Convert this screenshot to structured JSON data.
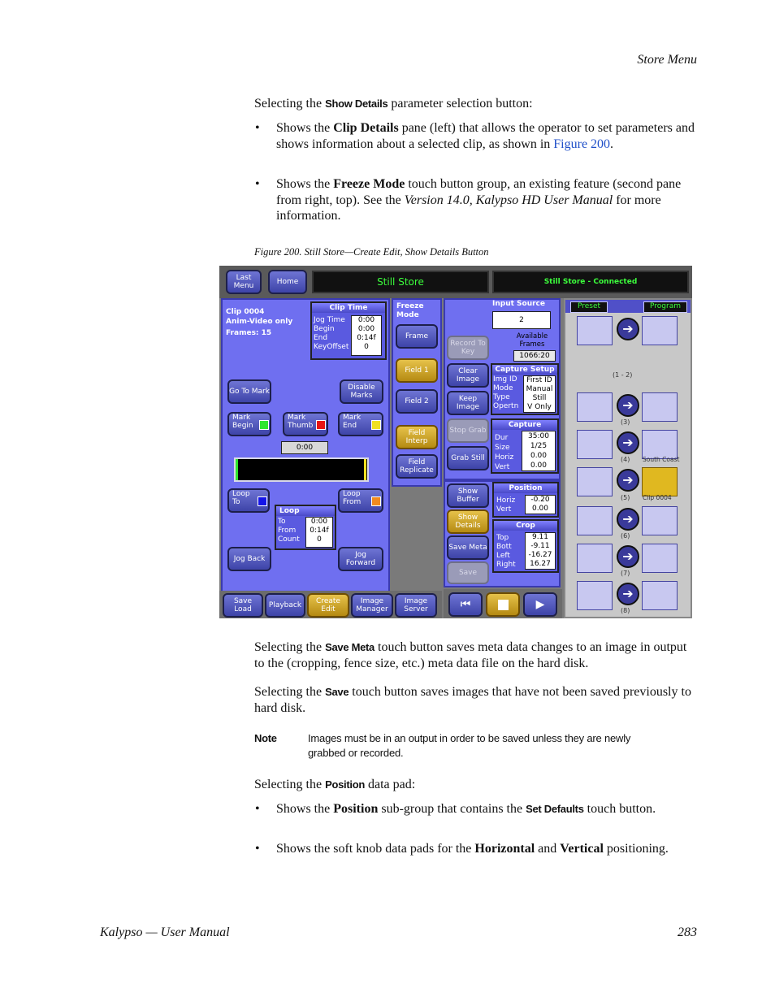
{
  "header": {
    "section": "Store Menu"
  },
  "intro": {
    "pre": "Selecting the ",
    "button": "Show Details",
    "post": " parameter selection button:"
  },
  "bullets1": [
    {
      "pre": "Shows the ",
      "bold": "Clip Details",
      "mid": " pane (left) that allows the operator to set parameters and shows information about a selected clip, as shown in ",
      "link": "Figure 200",
      "post": "."
    },
    {
      "pre": "Shows the ",
      "bold": "Freeze Mode",
      "mid": " touch button group, an existing feature (second pane from right, top). See the ",
      "ital": "Version 14.0, Kalypso HD User Manual",
      "post": " for more information."
    }
  ],
  "figure": {
    "caption": "Figure 200.  Still Store—Create Edit, Show Details Button"
  },
  "ui": {
    "top": {
      "last_menu": "Last Menu",
      "home": "Home",
      "title": "Still Store",
      "status": "Still Store - Connected"
    },
    "clip": {
      "name": "Clip 0004",
      "type": "Anim-Video only",
      "frames": "Frames: 15"
    },
    "clip_time": {
      "title": "Clip Time",
      "labels": [
        "Jog Time",
        "Begin",
        "End",
        "KeyOffset"
      ],
      "values": [
        "0:00",
        "0:00",
        "0:14f",
        "0"
      ]
    },
    "left_buttons": {
      "goto": "Go To Mark",
      "disable": "Disable Marks",
      "mark_begin": "Mark Begin",
      "mark_thumb": "Mark Thumb",
      "mark_end": "Mark End",
      "time": "0:00",
      "loop_to": "Loop To",
      "loop_from": "Loop From",
      "jog_back": "Jog Back",
      "jog_forward": "Jog Forward"
    },
    "loop": {
      "title": "Loop",
      "labels": [
        "To",
        "From",
        "Count"
      ],
      "values": [
        "0:00",
        "0:14f",
        "0"
      ]
    },
    "freeze": {
      "title": "Freeze Mode",
      "frame": "Frame",
      "field1": "Field 1",
      "field2": "Field 2",
      "field_interp": "Field Interp",
      "field_replicate": "Field Replicate"
    },
    "input": {
      "title": "Input Source",
      "value": "2",
      "available": "Available Frames",
      "frames": "1066:20"
    },
    "mid_buttons": {
      "record": "Record To Key",
      "clear": "Clear Image",
      "keep": "Keep Image",
      "stop": "Stop Grab",
      "grab": "Grab Still",
      "show_buffer": "Show Buffer",
      "show_details": "Show Details",
      "save_meta": "Save Meta",
      "save": "Save"
    },
    "capture_setup": {
      "title": "Capture Setup",
      "labels": [
        "Img ID",
        "Mode",
        "Type",
        "Opertn"
      ],
      "values": [
        "First ID",
        "Manual",
        "Still",
        "V Only"
      ]
    },
    "capture": {
      "title": "Capture",
      "labels": [
        "Dur",
        "Size",
        "Horiz",
        "Vert"
      ],
      "values": [
        "35:00",
        "1/25",
        "0.00",
        "0.00"
      ]
    },
    "position": {
      "title": "Position",
      "labels": [
        "Horiz",
        "Vert"
      ],
      "values": [
        "-0.20",
        "0.00"
      ]
    },
    "crop": {
      "title": "Crop",
      "labels": [
        "Top",
        "Bott",
        "Left",
        "Right"
      ],
      "values": [
        "9.11",
        "-9.11",
        "-16.27",
        "16.27"
      ]
    },
    "right": {
      "preset": "Preset",
      "program": "Program",
      "rows": [
        "(1 - 2)",
        "(3)",
        "(4)",
        "(5)",
        "(6)",
        "(7)",
        "(8)"
      ],
      "south_coast": "South Coast",
      "clip0004": "Clip 0004"
    },
    "bottom": {
      "save_load": "Save Load",
      "playback": "Playback",
      "create_edit": "Create Edit",
      "image_manager": "Image Manager",
      "image_server": "Image Server"
    }
  },
  "para_save_meta": {
    "pre": "Selecting the ",
    "button": "Save Meta",
    "post": " touch button saves meta data changes to an image in output to the (cropping, fence size, etc.) meta data file on the hard disk."
  },
  "para_save": {
    "pre": "Selecting the ",
    "button": "Save",
    "post": " touch button saves images that have not been saved previously to hard disk."
  },
  "note": {
    "label": "Note",
    "text": "Images must be in an output in order to be saved unless they are newly grabbed or recorded."
  },
  "para_position": {
    "pre": "Selecting the ",
    "button": "Position",
    "post": " data pad:"
  },
  "bullets2": [
    {
      "pre": "Shows the ",
      "bold": "Position",
      "mid": " sub-group that contains the ",
      "button": "Set Defaults",
      "post": " touch button."
    },
    {
      "pre": "Shows the soft knob data pads for the ",
      "bold": "Horizontal",
      "mid": " and ",
      "bold2": "Vertical",
      "post": " positioning."
    }
  ],
  "footer": {
    "left": "Kalypso — User Manual",
    "page": "283"
  }
}
